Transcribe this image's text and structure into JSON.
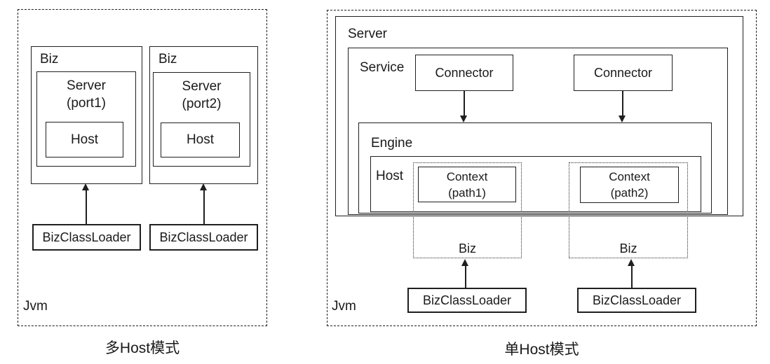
{
  "colors": {
    "line": "#1f1f1f",
    "text": "#1a1a1a",
    "background": "#ffffff"
  },
  "left": {
    "caption": "多Host模式",
    "jvm_label": "Jvm",
    "biz1_label": "Biz",
    "server1_line1": "Server",
    "server1_line2": "(port1)",
    "host1_label": "Host",
    "biz2_label": "Biz",
    "server2_line1": "Server",
    "server2_line2": "(port2)",
    "host2_label": "Host",
    "loader1_label": "BizClassLoader",
    "loader2_label": "BizClassLoader"
  },
  "right": {
    "caption": "单Host模式",
    "jvm_label": "Jvm",
    "server_label": "Server",
    "service_label": "Service",
    "connector1_label": "Connector",
    "connector2_label": "Connector",
    "engine_label": "Engine",
    "host_label": "Host",
    "context1_line1": "Context",
    "context1_line2": "(path1)",
    "context2_line1": "Context",
    "context2_line2": "(path2)",
    "biz1_label": "Biz",
    "biz2_label": "Biz",
    "loader1_label": "BizClassLoader",
    "loader2_label": "BizClassLoader"
  }
}
